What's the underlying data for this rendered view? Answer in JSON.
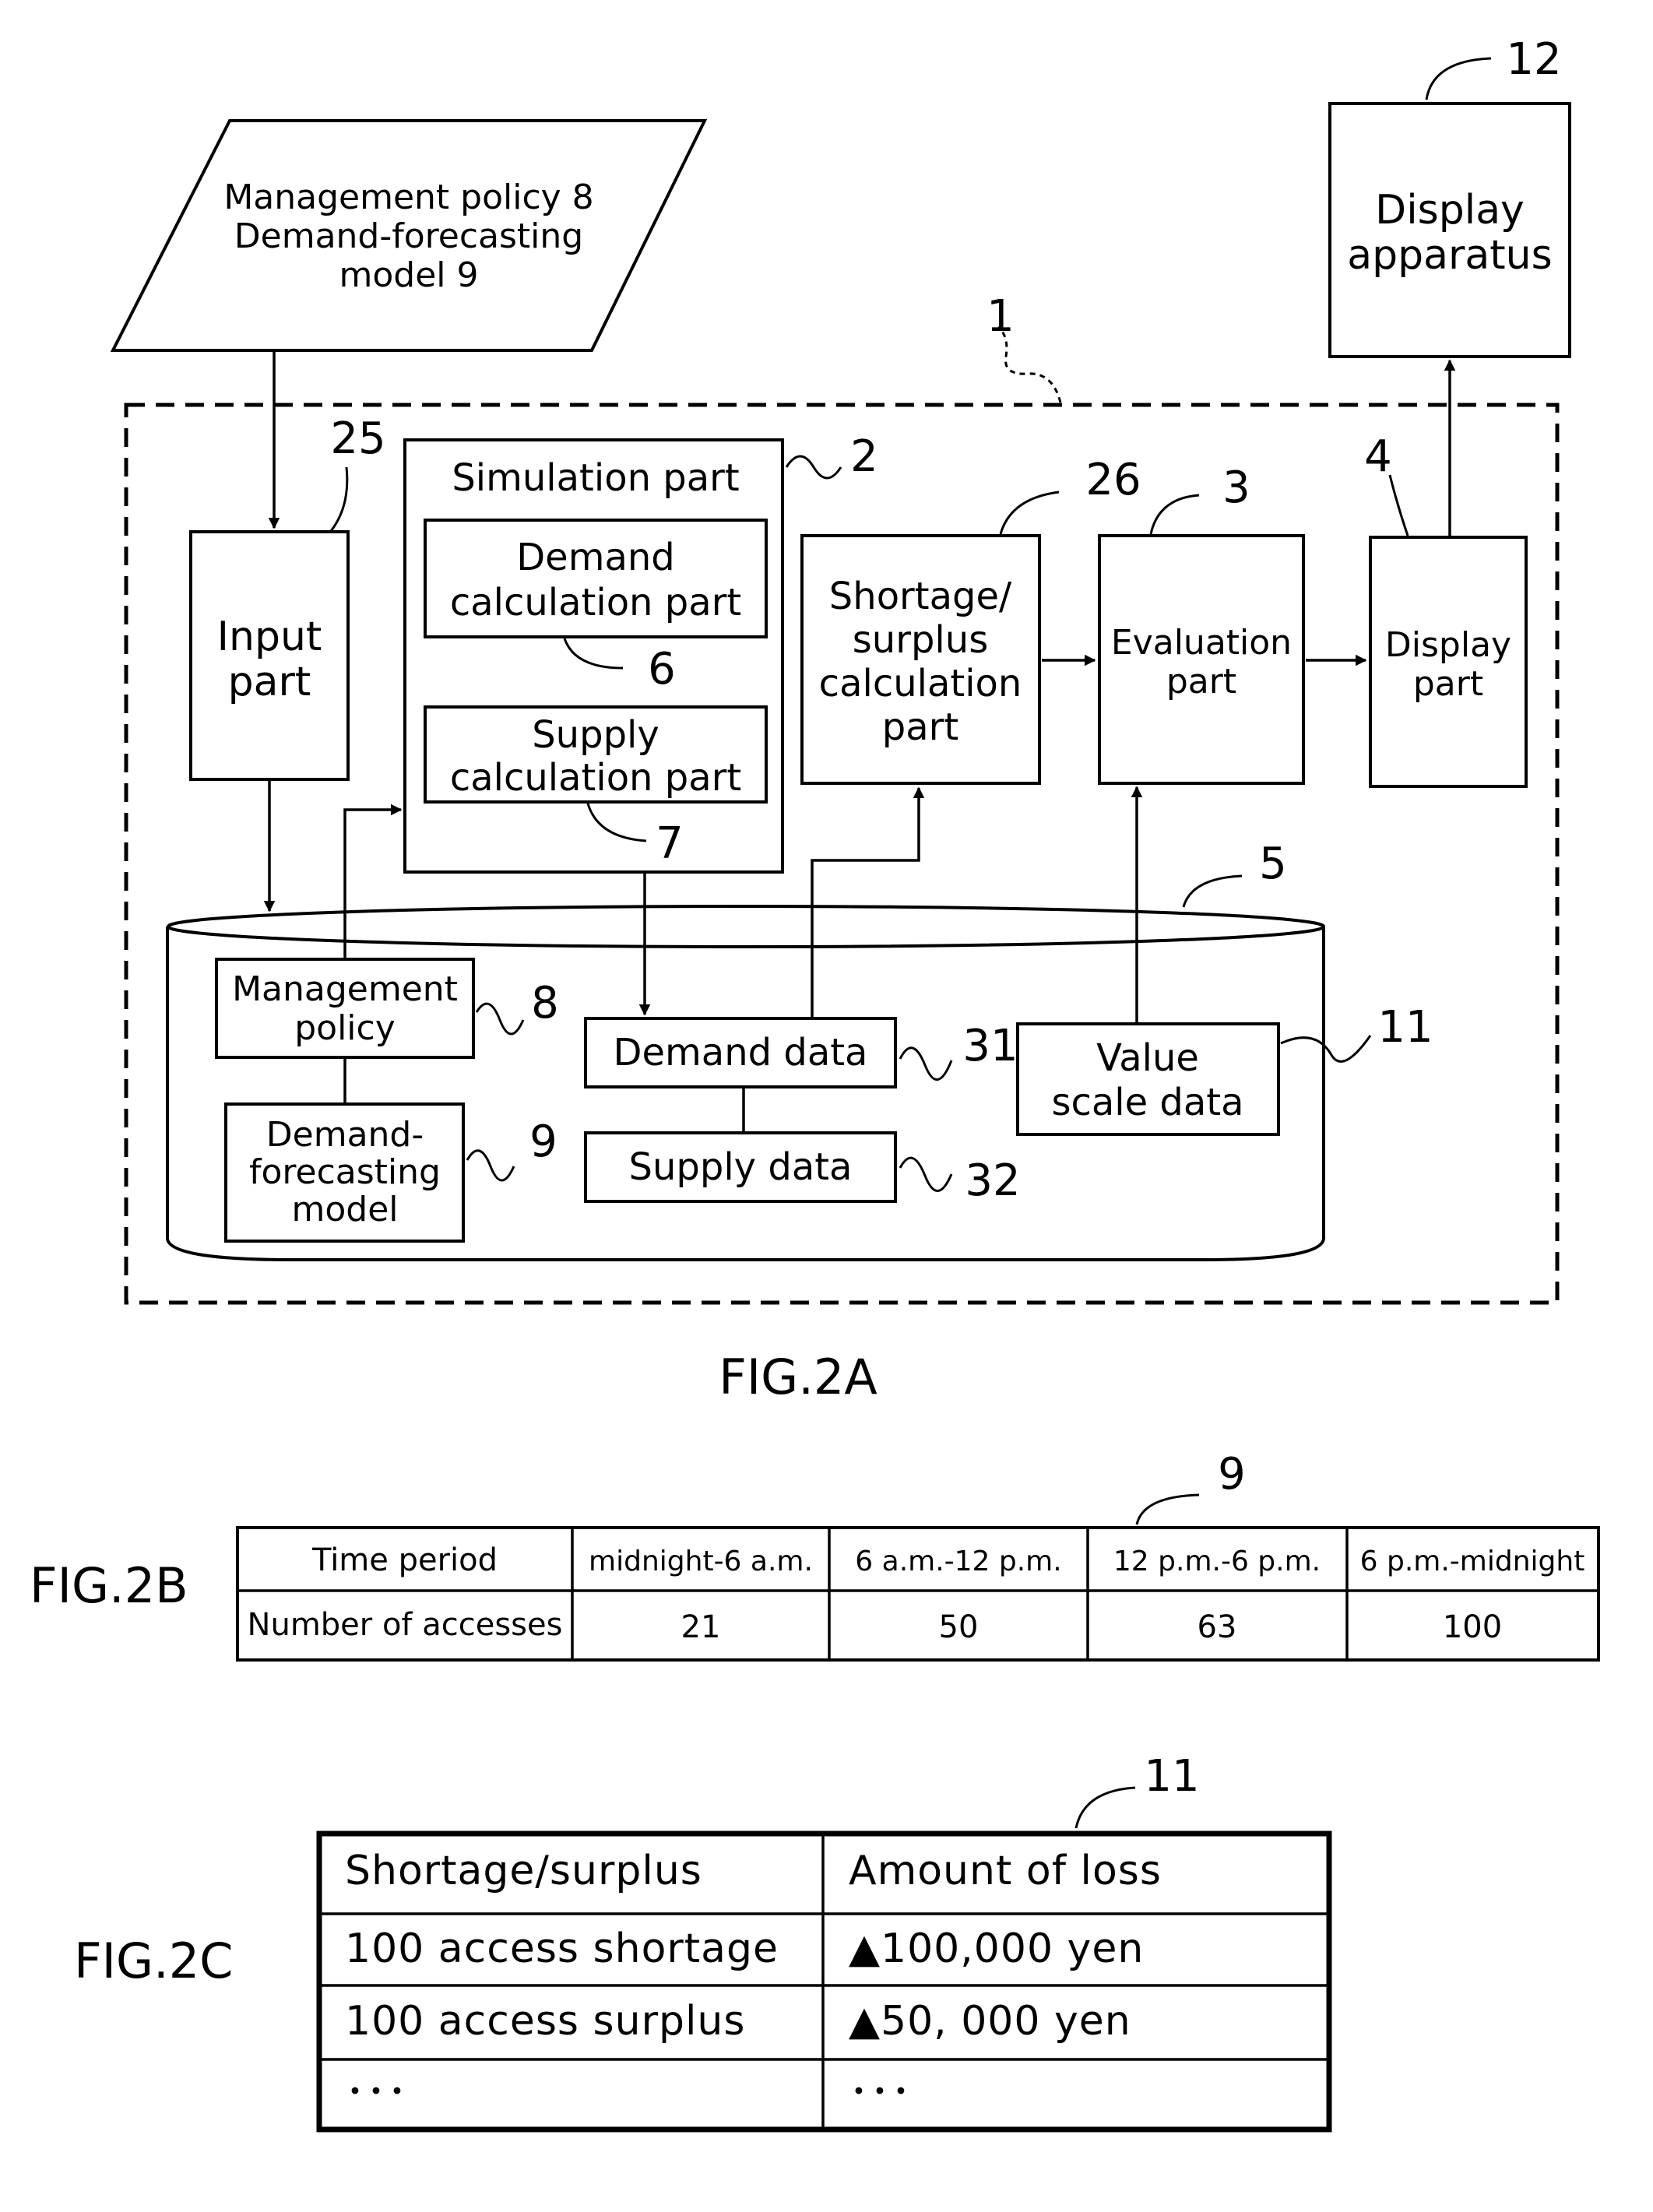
{
  "fig2a": {
    "caption": "FIG.2A",
    "input_doc": {
      "line1": "Management policy 8",
      "line2": "Demand-forecasting",
      "line3": "model 9"
    },
    "display_apparatus": {
      "line1": "Display",
      "line2": "apparatus",
      "ref": "12"
    },
    "system_ref": "1",
    "input_part": {
      "line1": "Input",
      "line2": "part",
      "ref": "25"
    },
    "simulation_part": {
      "title": "Simulation part",
      "ref": "2"
    },
    "demand_calc": {
      "line1": "Demand",
      "line2": "calculation part",
      "ref": "6"
    },
    "supply_calc": {
      "line1": "Supply",
      "line2": "calculation part",
      "ref": "7"
    },
    "shortage_part": {
      "line1": "Shortage/",
      "line2": "surplus",
      "line3": "calculation",
      "line4": "part",
      "ref": "26"
    },
    "evaluation_part": {
      "line1": "Evaluation",
      "line2": "part",
      "ref": "3"
    },
    "display_part": {
      "line1": "Display",
      "line2": "part",
      "ref": "4"
    },
    "database_ref": "5",
    "management_policy": {
      "line1": "Management",
      "line2": "policy",
      "ref": "8"
    },
    "forecasting_model": {
      "line1": "Demand-",
      "line2": "forecasting",
      "line3": "model",
      "ref": "9"
    },
    "demand_data": {
      "label": "Demand data",
      "ref": "31"
    },
    "supply_data": {
      "label": "Supply data",
      "ref": "32"
    },
    "value_scale": {
      "line1": "Value",
      "line2": "scale data",
      "ref": "11"
    }
  },
  "fig2b": {
    "caption": "FIG.2B",
    "ref": "9",
    "header_label": "Time period",
    "row_label": "Number of accesses",
    "periods": [
      "midnight-6 a.m.",
      "6 a.m.-12 p.m.",
      "12 p.m.-6 p.m.",
      "6 p.m.-midnight"
    ],
    "accesses": [
      "21",
      "50",
      "63",
      "100"
    ]
  },
  "fig2c": {
    "caption": "FIG.2C",
    "ref": "11",
    "headers": [
      "Shortage/surplus",
      "Amount of loss"
    ],
    "rows": [
      [
        "100 access shortage",
        "▲100,000 yen"
      ],
      [
        "100 access surplus",
        "▲50, 000 yen"
      ],
      [
        "･･･",
        "･･･"
      ]
    ]
  }
}
